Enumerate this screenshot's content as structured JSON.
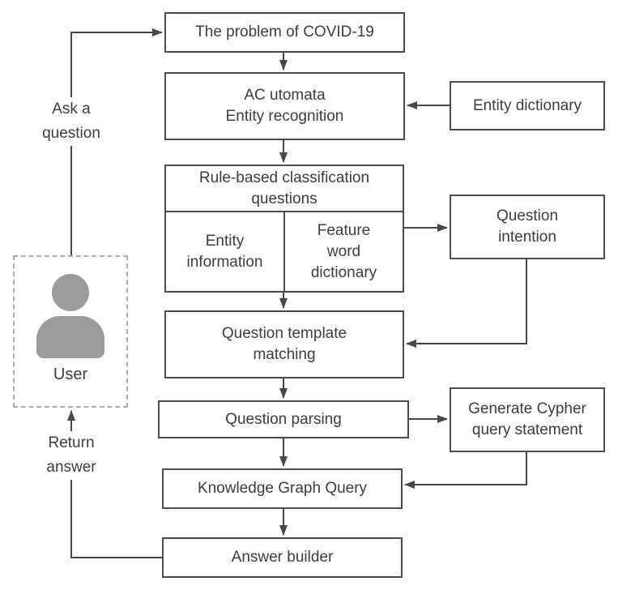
{
  "nodes": {
    "problem": {
      "label": "The problem of COVID-19"
    },
    "ac_automata": {
      "lines": [
        "AC utomata",
        "Entity recognition"
      ]
    },
    "entity_dictionary": {
      "label": "Entity dictionary"
    },
    "rule_based": {
      "header": "Rule-based classification questions",
      "cells": [
        {
          "lines": [
            "Entity",
            "information"
          ]
        },
        {
          "lines": [
            "Feature",
            "word",
            "dictionary"
          ]
        }
      ]
    },
    "question_intention": {
      "lines": [
        "Question",
        "intention"
      ]
    },
    "question_template_matching": {
      "lines": [
        "Question template",
        "matching"
      ]
    },
    "question_parsing": {
      "label": "Question parsing"
    },
    "generate_cypher": {
      "lines": [
        "Generate Cypher",
        "query statement"
      ]
    },
    "knowledge_graph_query": {
      "label": "Knowledge Graph Query"
    },
    "answer_builder": {
      "label": "Answer builder"
    },
    "user": {
      "label": "User",
      "icon": "person-icon"
    }
  },
  "edges": {
    "ask_label": "Ask a question",
    "return_label": "Return answer"
  },
  "colors": {
    "line": "#474747",
    "box_border": "#4c4c4c",
    "text": "#3c3c3c",
    "user_icon": "#9b9b9b",
    "dashed_border": "#ababab",
    "background": "#ffffff"
  }
}
